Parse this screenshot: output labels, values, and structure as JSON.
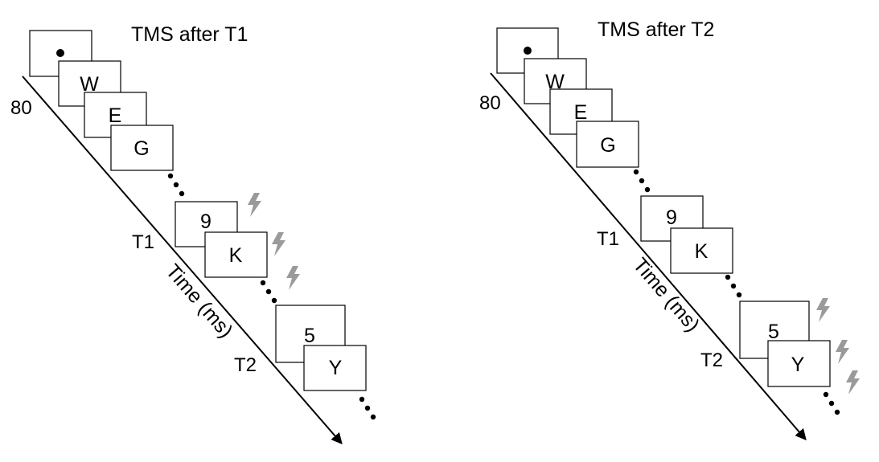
{
  "colors": {
    "frame_stroke": "#000000",
    "lightning": "#9a9a9a",
    "background": "#ffffff"
  },
  "panels": [
    {
      "title": "TMS after T1",
      "start_value": "80",
      "axis_label": "Time (ms)",
      "frames": [
        "",
        "W",
        "E",
        "G",
        "9",
        "K",
        "5",
        "Y"
      ],
      "labels": {
        "t1": "T1",
        "t2": "T2"
      },
      "pulse_icon": "lightning-bolt-icon"
    },
    {
      "title": "TMS after T2",
      "start_value": "80",
      "axis_label": "Time (ms)",
      "frames": [
        "",
        "W",
        "E",
        "G",
        "9",
        "K",
        "5",
        "Y"
      ],
      "labels": {
        "t1": "T1",
        "t2": "T2"
      },
      "pulse_icon": "lightning-bolt-icon"
    }
  ]
}
